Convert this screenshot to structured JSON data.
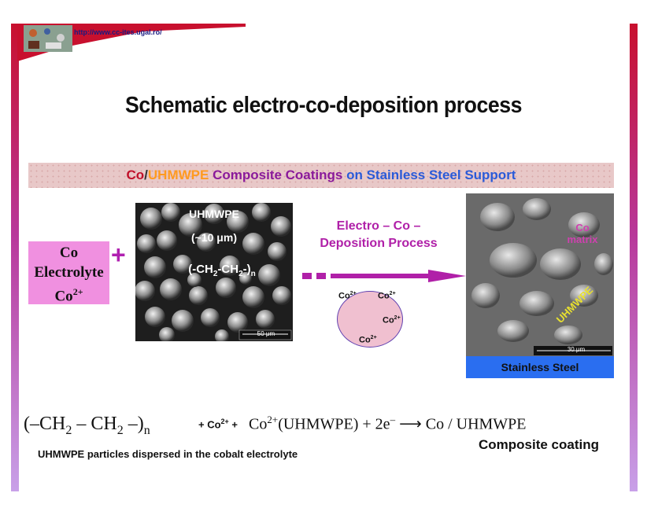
{
  "header": {
    "url": "http://www.cc-ites.ugal.ro/"
  },
  "slide": {
    "title": "Schematic electro-co-deposition process"
  },
  "strip": {
    "part1": "Co",
    "slash": "/",
    "part2": "UHMWPE",
    "part3": " Composite Coatings",
    "part4": " on Stainless Steel Support"
  },
  "electrolyte": {
    "line1": "Co",
    "line2": "Electrolyte",
    "line3": "Co",
    "line3_sup": "2+"
  },
  "sem_left": {
    "label1": "UHMWPE",
    "label2": "(~10 μm)",
    "formula_a": "(-CH",
    "sub1": "2",
    "formula_b": "-CH",
    "sub2": "2",
    "formula_c": "-)",
    "sub3": "n",
    "scale": "50 μm"
  },
  "process": {
    "line1": "Electro – Co –",
    "line2": "Deposition Process"
  },
  "ions": {
    "base": "Co",
    "charge": "2+"
  },
  "sem_right": {
    "co_matrix_1": "Co",
    "co_matrix_2": "matrix",
    "uhmwpe": "UHMWPE",
    "scale": "30 μm",
    "stainless": "Stainless Steel"
  },
  "equation": {
    "formula_left": "(–CH",
    "sub_a": "2",
    "formula_mid": " – CH",
    "sub_b": "2",
    "formula_right": " –)",
    "sub_n": "n",
    "plus_co": "+ Co",
    "plus_co_sup": "2+",
    "plus2": " +",
    "reaction_a": "Co",
    "reaction_sup": "2+",
    "reaction_b": "(UHMWPE) + 2e",
    "reaction_minus": "–",
    "reaction_arrow": " ⟶ ",
    "reaction_product": "Co / UHMWPE"
  },
  "caption": "UHMWPE particles dispersed in  the cobalt electrolyte",
  "result": "Composite coating"
}
